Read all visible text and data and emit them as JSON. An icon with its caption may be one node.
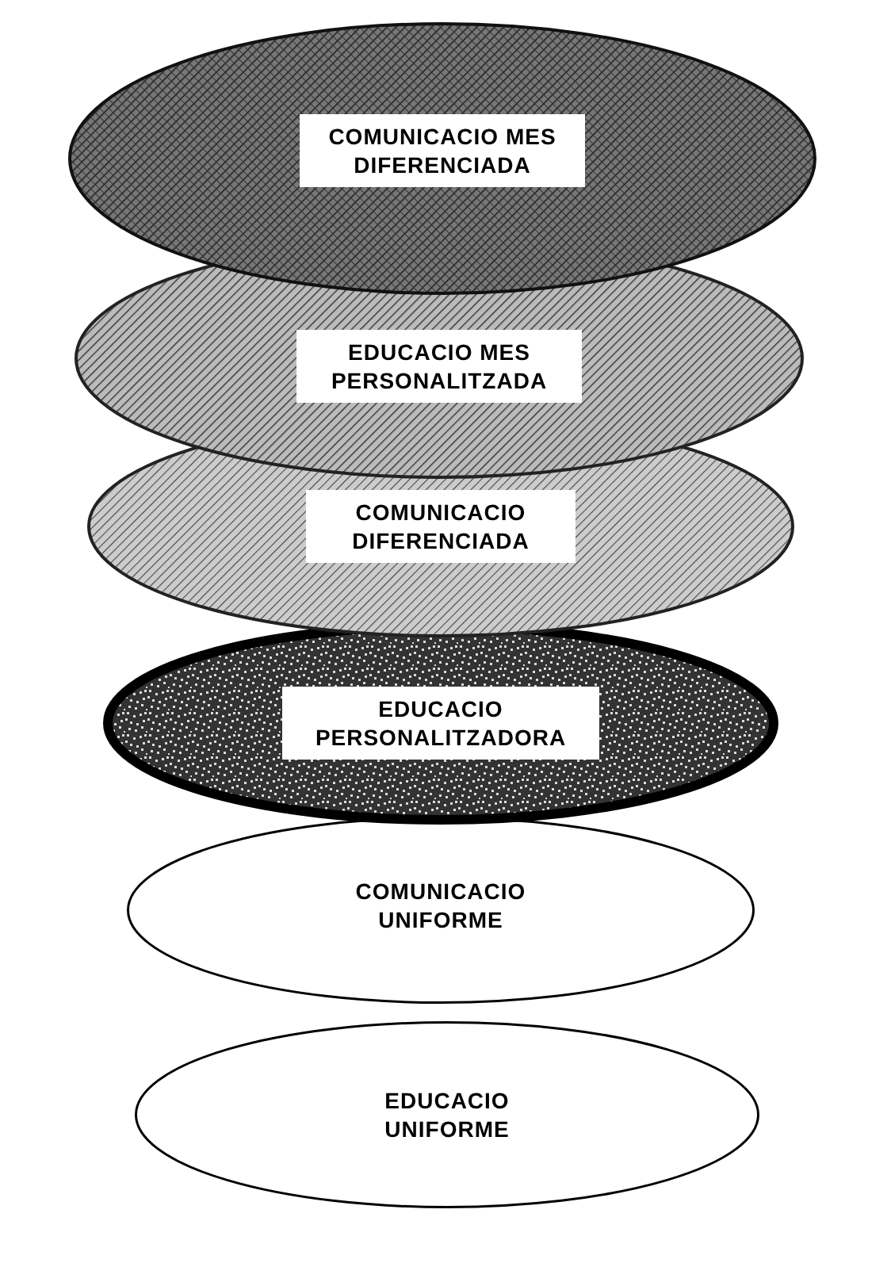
{
  "diagram": {
    "nodes": [
      {
        "text": [
          "COMUNICACIO MES DIFERENCIADA"
        ]
      },
      {
        "text": [
          "EDUCACIO MES PERSONALITZADA"
        ]
      },
      {
        "text": [
          "COMUNICACIO DIFERENCIADA"
        ]
      },
      {
        "text": [
          "EDUCACIO PERSONALITZADORA"
        ]
      },
      {
        "text": [
          "COMUNICACIO UNIFORME"
        ]
      },
      {
        "text": [
          "EDUCACIO UNIFORME"
        ]
      }
    ]
  }
}
